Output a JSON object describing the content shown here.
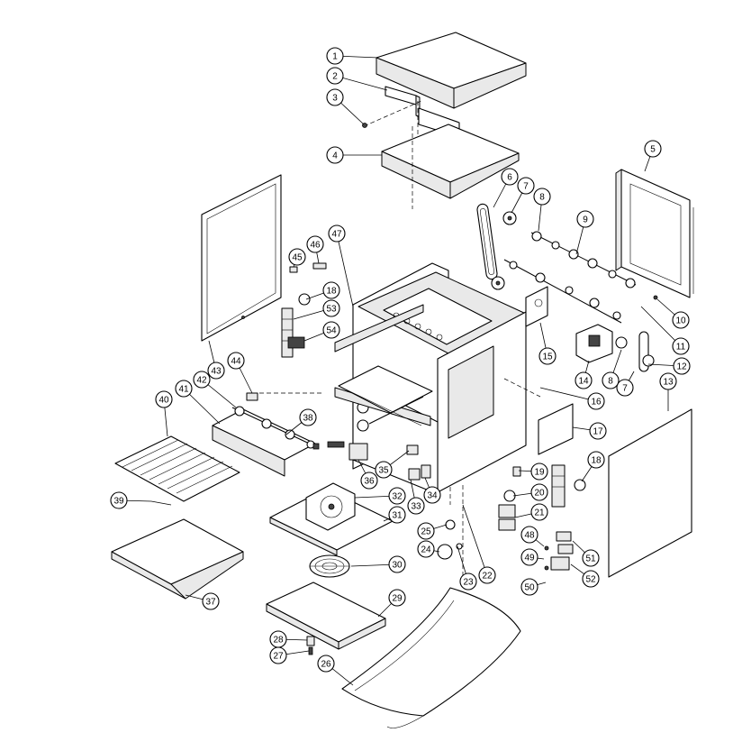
{
  "diagram": {
    "callouts": [
      {
        "id": "1",
        "label": "1"
      },
      {
        "id": "2",
        "label": "2"
      },
      {
        "id": "3",
        "label": "3"
      },
      {
        "id": "4",
        "label": "4"
      },
      {
        "id": "5",
        "label": "5"
      },
      {
        "id": "6",
        "label": "6"
      },
      {
        "id": "7a",
        "label": "7"
      },
      {
        "id": "8a",
        "label": "8"
      },
      {
        "id": "9",
        "label": "9"
      },
      {
        "id": "10",
        "label": "10"
      },
      {
        "id": "11",
        "label": "11"
      },
      {
        "id": "12",
        "label": "12"
      },
      {
        "id": "13",
        "label": "13"
      },
      {
        "id": "14",
        "label": "14"
      },
      {
        "id": "15",
        "label": "15"
      },
      {
        "id": "16",
        "label": "16"
      },
      {
        "id": "17",
        "label": "17"
      },
      {
        "id": "18a",
        "label": "18"
      },
      {
        "id": "18b",
        "label": "18"
      },
      {
        "id": "19",
        "label": "19"
      },
      {
        "id": "20",
        "label": "20"
      },
      {
        "id": "21",
        "label": "21"
      },
      {
        "id": "22",
        "label": "22"
      },
      {
        "id": "23",
        "label": "23"
      },
      {
        "id": "24",
        "label": "24"
      },
      {
        "id": "25",
        "label": "25"
      },
      {
        "id": "26",
        "label": "26"
      },
      {
        "id": "27",
        "label": "27"
      },
      {
        "id": "28",
        "label": "28"
      },
      {
        "id": "29",
        "label": "29"
      },
      {
        "id": "30",
        "label": "30"
      },
      {
        "id": "31",
        "label": "31"
      },
      {
        "id": "32",
        "label": "32"
      },
      {
        "id": "33",
        "label": "33"
      },
      {
        "id": "34",
        "label": "34"
      },
      {
        "id": "35",
        "label": "35"
      },
      {
        "id": "36",
        "label": "36"
      },
      {
        "id": "37",
        "label": "37"
      },
      {
        "id": "38",
        "label": "38"
      },
      {
        "id": "39",
        "label": "39"
      },
      {
        "id": "40",
        "label": "40"
      },
      {
        "id": "41",
        "label": "41"
      },
      {
        "id": "42",
        "label": "42"
      },
      {
        "id": "43",
        "label": "43"
      },
      {
        "id": "44",
        "label": "44"
      },
      {
        "id": "45",
        "label": "45"
      },
      {
        "id": "46",
        "label": "46"
      },
      {
        "id": "47",
        "label": "47"
      },
      {
        "id": "48",
        "label": "48"
      },
      {
        "id": "49",
        "label": "49"
      },
      {
        "id": "50",
        "label": "50"
      },
      {
        "id": "51",
        "label": "51"
      },
      {
        "id": "52",
        "label": "52"
      },
      {
        "id": "53",
        "label": "53"
      },
      {
        "id": "54",
        "label": "54"
      },
      {
        "id": "7b",
        "label": "7"
      },
      {
        "id": "8b",
        "label": "8"
      }
    ]
  }
}
